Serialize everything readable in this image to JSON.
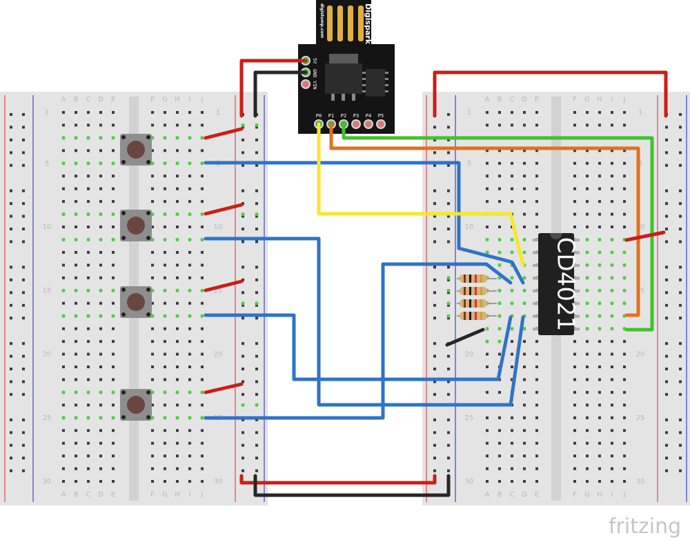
{
  "left_breadboard": {
    "letters_left": [
      "A",
      "B",
      "C",
      "D",
      "E"
    ],
    "letters_right": [
      "F",
      "G",
      "H",
      "I",
      "J"
    ],
    "row_numbers": [
      "1",
      "5",
      "10",
      "15",
      "20",
      "25",
      "30"
    ]
  },
  "right_breadboard": {
    "letters_left": [
      "A",
      "B",
      "C",
      "D",
      "E"
    ],
    "letters_right": [
      "F",
      "G",
      "H",
      "I",
      "J"
    ],
    "row_numbers": [
      "1",
      "5",
      "10",
      "15",
      "20",
      "25",
      "30"
    ]
  },
  "microcontroller": {
    "name": "Digispark",
    "url": "digistump.com",
    "power_pins": [
      "5V",
      "GND",
      "VIN"
    ],
    "io_pins": [
      "P0",
      "P1",
      "P2",
      "P3",
      "P4",
      "P5"
    ]
  },
  "chip": {
    "label": "CD4021"
  },
  "watermark": "fritzing",
  "colors": {
    "wire_red": "#cc1d17",
    "wire_black": "#262626",
    "wire_blue": "#2e73c9",
    "wire_yellow": "#f7e82a",
    "wire_orange": "#e2711c",
    "wire_green": "#41c12d",
    "breadboard": "#e4e4e4",
    "rail_red": "#e34848",
    "rail_blue": "#3b45c9",
    "highlight_green": "#4fd044",
    "board_black": "#141414"
  }
}
